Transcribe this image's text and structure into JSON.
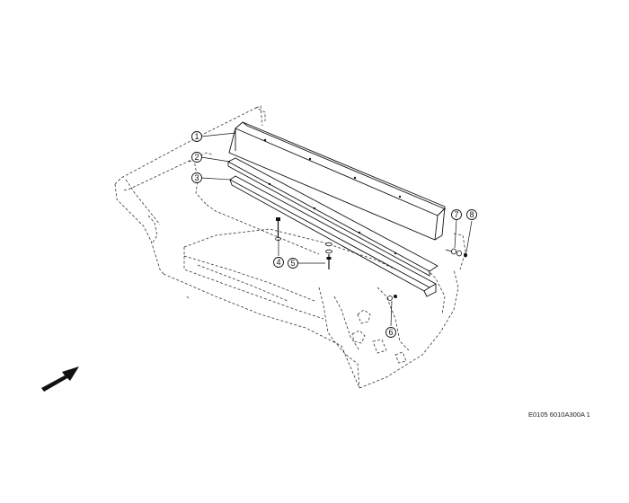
{
  "diagram": {
    "callouts": [
      {
        "id": "1",
        "label": "1"
      },
      {
        "id": "2",
        "label": "2"
      },
      {
        "id": "3",
        "label": "3"
      },
      {
        "id": "4",
        "label": "4"
      },
      {
        "id": "5",
        "label": "5"
      },
      {
        "id": "6",
        "label": "6"
      },
      {
        "id": "7",
        "label": "7"
      },
      {
        "id": "8",
        "label": "8"
      }
    ],
    "reference_code": "E0105 6010A300A 1",
    "direction_arrow_icon": "arrow-icon"
  }
}
